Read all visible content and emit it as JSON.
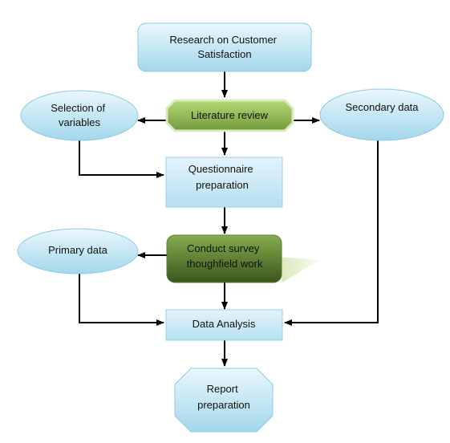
{
  "diagram": {
    "nodes": {
      "research": {
        "lines": [
          "Research on Customer",
          "Satisfaction"
        ]
      },
      "literature": {
        "lines": [
          "Literature review"
        ]
      },
      "selection": {
        "lines": [
          "Selection of",
          "variables"
        ]
      },
      "secondary": {
        "lines": [
          "Secondary data"
        ]
      },
      "questionnaire": {
        "lines": [
          "Questionnaire",
          "preparation"
        ]
      },
      "primary": {
        "lines": [
          "Primary data"
        ]
      },
      "survey": {
        "lines": [
          "Conduct survey",
          "thoughfield work"
        ]
      },
      "analysis": {
        "lines": [
          "Data Analysis"
        ]
      },
      "report": {
        "lines": [
          "Report",
          "preparation"
        ]
      }
    },
    "colors": {
      "blue_fill_light": "#e6f5fb",
      "blue_fill_dark": "#a9dbee",
      "blue_stroke": "#7fc3dd",
      "green_fill_light": "#aad06a",
      "green_fill_dark": "#6e9636",
      "green_dark_fill_light": "#7ea34a",
      "green_dark_fill_dark": "#3e5a1c",
      "arrow": "#000000"
    }
  }
}
